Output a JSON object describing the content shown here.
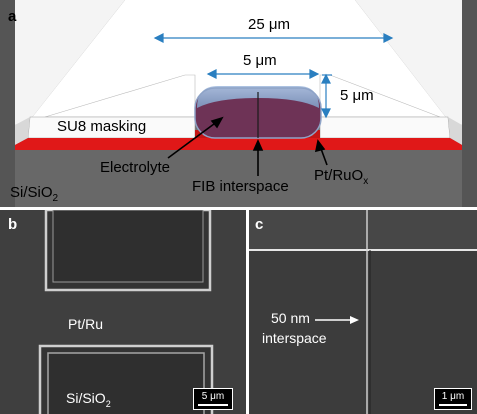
{
  "panel_a": {
    "label": "a",
    "dim_top": "25 μm",
    "dim_width": "5 μm",
    "dim_height": "5 μm",
    "su8": "SU8 masking",
    "electrolyte": "Electrolyte",
    "fib": "FIB interspace",
    "pt_ruox": "Pt/RuO",
    "pt_ruox_sub": "x",
    "substrate": "Si/SiO",
    "substrate_sub": "2",
    "colors": {
      "substrate": "#6b6b6b",
      "mask": "#ffffff",
      "electrode": "#e01818",
      "electrolyte": "#6e3356",
      "electrolyte_cap": "#8fa9cf",
      "dim_line": "#2a7fc0"
    }
  },
  "panel_b": {
    "label": "b",
    "ptru": "Pt/Ru",
    "substrate": "Si/SiO",
    "substrate_sub": "2",
    "scale": "5 μm"
  },
  "panel_c": {
    "label": "c",
    "interspace_1": "50 nm",
    "interspace_2": "interspace",
    "scale": "1 μm"
  }
}
